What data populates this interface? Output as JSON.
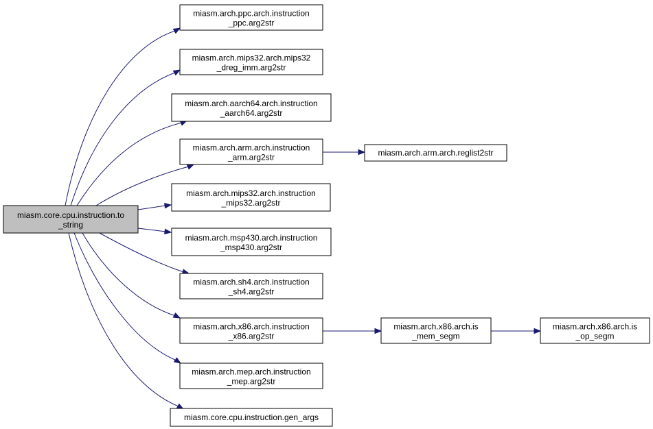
{
  "graph": {
    "edge_color": "#191970",
    "root_fill": "#bfbfbf",
    "node_fill": "#ffffff",
    "nodes": [
      {
        "id": "root",
        "line1": "miasm.core.cpu.instruction.to",
        "line2": "_string",
        "is_root": true
      },
      {
        "id": "ppc",
        "line1": "miasm.arch.ppc.arch.instruction",
        "line2": "_ppc.arg2str"
      },
      {
        "id": "mips_dreg",
        "line1": "miasm.arch.mips32.arch.mips32",
        "line2": "_dreg_imm.arg2str"
      },
      {
        "id": "aarch64",
        "line1": "miasm.arch.aarch64.arch.instruction",
        "line2": "_aarch64.arg2str"
      },
      {
        "id": "arm",
        "line1": "miasm.arch.arm.arch.instruction",
        "line2": "_arm.arg2str"
      },
      {
        "id": "reglist",
        "line1": "miasm.arch.arm.arch.reglist2str",
        "line2": ""
      },
      {
        "id": "mips32",
        "line1": "miasm.arch.mips32.arch.instruction",
        "line2": "_mips32.arg2str"
      },
      {
        "id": "msp430",
        "line1": "miasm.arch.msp430.arch.instruction",
        "line2": "_msp430.arg2str"
      },
      {
        "id": "sh4",
        "line1": "miasm.arch.sh4.arch.instruction",
        "line2": "_sh4.arg2str"
      },
      {
        "id": "x86",
        "line1": "miasm.arch.x86.arch.instruction",
        "line2": "_x86.arg2str"
      },
      {
        "id": "memsegm",
        "line1": "miasm.arch.x86.arch.is",
        "line2": "_mem_segm"
      },
      {
        "id": "opsegm",
        "line1": "miasm.arch.x86.arch.is",
        "line2": "_op_segm"
      },
      {
        "id": "mep",
        "line1": "miasm.arch.mep.arch.instruction",
        "line2": "_mep.arg2str"
      },
      {
        "id": "genargs",
        "line1": "miasm.core.cpu.instruction.gen_args",
        "line2": ""
      }
    ],
    "edges": [
      {
        "from": "root",
        "to": "ppc"
      },
      {
        "from": "root",
        "to": "mips_dreg"
      },
      {
        "from": "root",
        "to": "aarch64"
      },
      {
        "from": "root",
        "to": "arm"
      },
      {
        "from": "root",
        "to": "mips32"
      },
      {
        "from": "root",
        "to": "msp430"
      },
      {
        "from": "root",
        "to": "sh4"
      },
      {
        "from": "root",
        "to": "x86"
      },
      {
        "from": "root",
        "to": "mep"
      },
      {
        "from": "root",
        "to": "genargs"
      },
      {
        "from": "arm",
        "to": "reglist"
      },
      {
        "from": "x86",
        "to": "memsegm"
      },
      {
        "from": "memsegm",
        "to": "opsegm"
      }
    ]
  }
}
